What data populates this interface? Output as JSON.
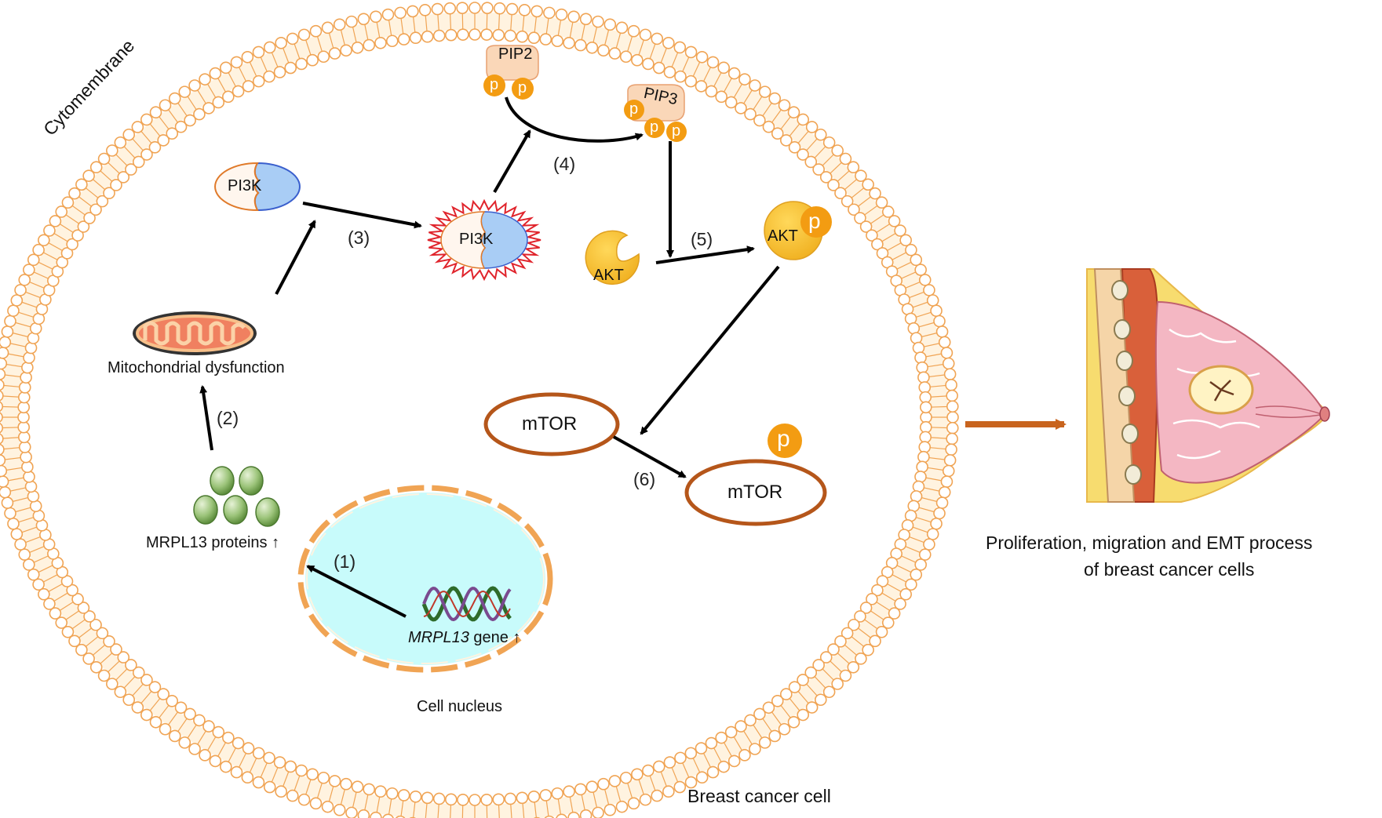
{
  "labels": {
    "cytomembrane": "Cytomembrane",
    "pi3k": "PI3K",
    "pi3k_active": "PI3K",
    "pip2": "PIP2",
    "pip3": "PIP3",
    "phospho": "p",
    "akt": "AKT",
    "akt_p": "AKT",
    "mtor": "mTOR",
    "mtor_p": "mTOR",
    "mito": "Mitochondrial dysfunction",
    "proteins": "MRPL13 proteins ↑",
    "gene_italic": "MRPL13",
    "gene_rest": " gene ↑",
    "nucleus": "Cell nucleus",
    "cell": "Breast cancer cell",
    "outcome_line1": "Proliferation, migration and EMT process",
    "outcome_line2": "of breast cancer cells"
  },
  "steps": {
    "s1": "(1)",
    "s2": "(2)",
    "s3": "(3)",
    "s4": "(4)",
    "s5": "(5)",
    "s6": "(6)"
  },
  "colors": {
    "membrane": "#f0a454",
    "membrane_fill": "#fff3e0",
    "pi3k_blue": "#a9cdf5",
    "pi3k_outline": "#e07a2a",
    "activation_spikes": "#e0242c",
    "phosphate": "#f39c12",
    "pip_head": "#fad7b8",
    "akt": "#f7c33a",
    "mtor_ring": "#b5561a",
    "nucleus": "#c8fbfb",
    "protein_green": "#8fbc6a",
    "big_arrow": "#c8641e",
    "arrow": "#000000"
  },
  "icons": [
    "membrane-bilayer",
    "pi3k-icon",
    "pip2-icon",
    "pip3-icon",
    "akt-icon",
    "mtor-ring",
    "mitochondria-icon",
    "protein-cluster-icon",
    "dna-helix-icon",
    "nucleus-icon",
    "breast-tissue-icon"
  ]
}
